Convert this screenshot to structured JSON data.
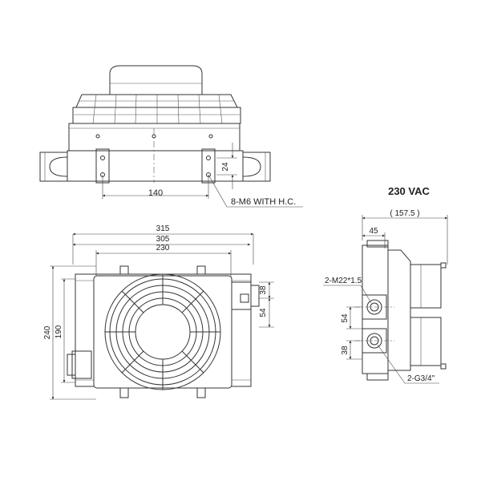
{
  "title": "230 VAC",
  "top_view": {
    "dim_140": "140",
    "dim_24": "24",
    "note": "8-M6 WITH H.C."
  },
  "front_view": {
    "dim_315": "315",
    "dim_305": "305",
    "dim_230": "230",
    "dim_240": "240",
    "dim_190": "190",
    "dim_38": "38",
    "dim_54": "54"
  },
  "side_view": {
    "dim_157_5": "( 157.5 )",
    "dim_45": "45",
    "dim_54": "54",
    "dim_38": "38",
    "port_top": "2-M22*1.5",
    "port_bottom": "2-G3/4\""
  }
}
